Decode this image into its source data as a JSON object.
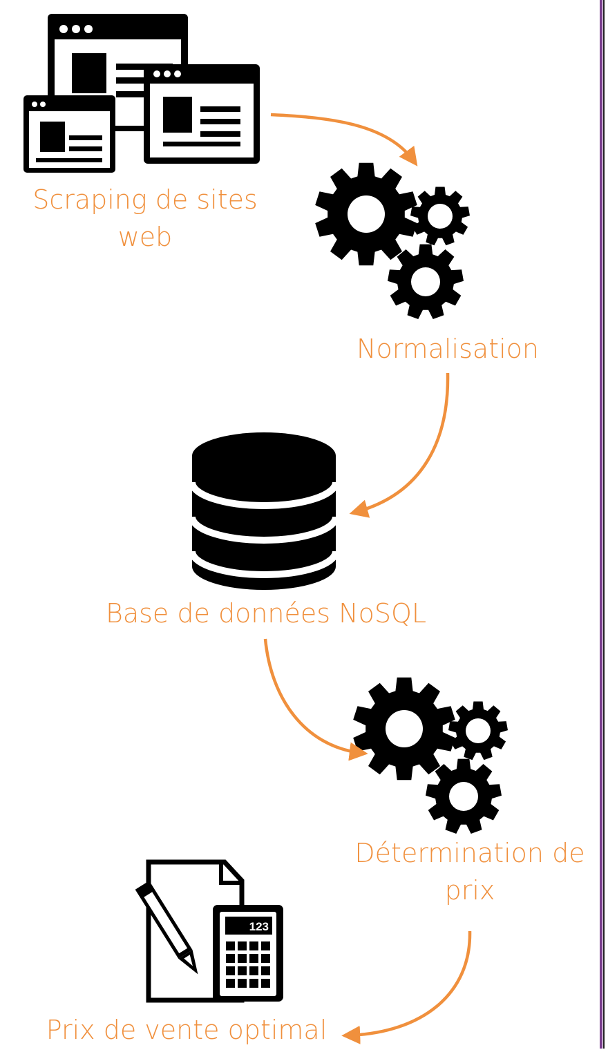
{
  "colors": {
    "accent": "#F0903D",
    "icon": "#000000",
    "side_border": "#7A3E8E"
  },
  "steps": [
    {
      "label": "Scraping de sites web",
      "icon": "browser-windows-icon"
    },
    {
      "label": "Normalisation",
      "icon": "gears-icon"
    },
    {
      "label": "Base de données NoSQL",
      "icon": "database-icon"
    },
    {
      "label": "Détermination de prix",
      "icon": "gears-icon"
    },
    {
      "label": "Prix de vente optimal",
      "icon": "document-calculator-icon"
    }
  ],
  "calculator_display": "123"
}
